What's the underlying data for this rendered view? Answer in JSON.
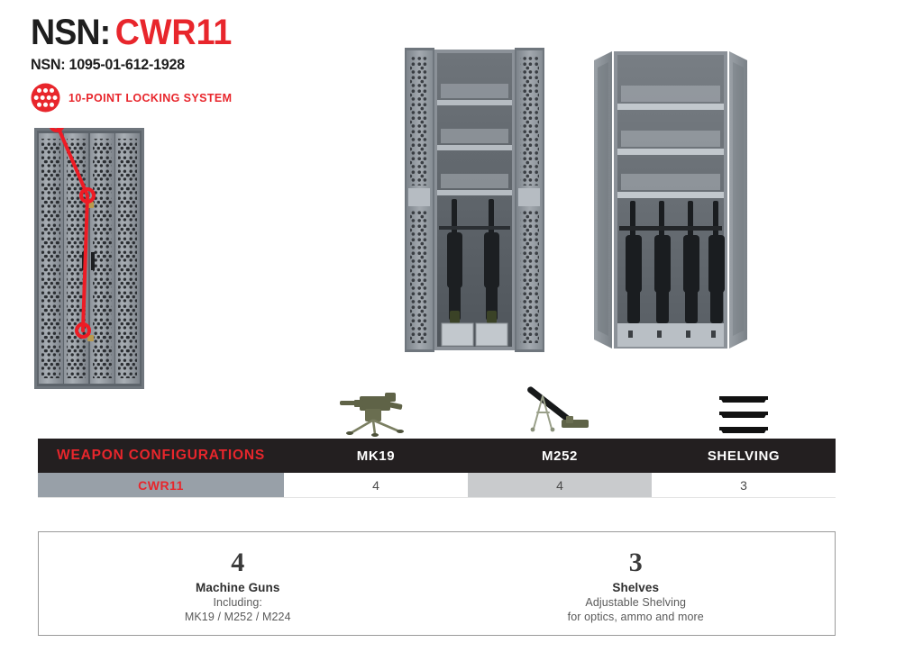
{
  "header": {
    "title_prefix": "NSN:",
    "title_code": "CWR11",
    "nsn_line": "NSN: 1095-01-612-1928",
    "lock_icon_name": "10-point-locking-icon",
    "lock_label": "10-POINT LOCKING SYSTEM",
    "accent_red": "#e8262c",
    "dark": "#231f20"
  },
  "cabinets": [
    {
      "name": "closed-cabinet-with-locking-diagram",
      "alt": "Closed weapon rack with red 10-point locking path"
    },
    {
      "name": "open-cabinet-two-weapons",
      "alt": "Open weapon rack with shelves and two mounted weapons"
    },
    {
      "name": "open-cabinet-four-weapons",
      "alt": "Open weapon rack with shelves and four mounted weapons"
    }
  ],
  "icons": [
    {
      "name": "mk19-weapon-icon",
      "label": "MK19"
    },
    {
      "name": "m252-mortar-icon",
      "label": "M252"
    },
    {
      "name": "shelving-icon",
      "label": "SHELVING"
    }
  ],
  "table": {
    "headers": [
      "WEAPON CONFIGURATIONS",
      "MK19",
      "M252",
      "SHELVING"
    ],
    "rows": [
      {
        "model": "CWR11",
        "mk19": "4",
        "m252": "4",
        "shelving": "3"
      }
    ]
  },
  "summary": [
    {
      "number": "4",
      "title": "Machine Guns",
      "line1": "Including:",
      "line2": "MK19 / M252 / M224"
    },
    {
      "number": "3",
      "title": "Shelves",
      "line1": "Adjustable Shelving",
      "line2": "for optics, ammo and more"
    }
  ]
}
